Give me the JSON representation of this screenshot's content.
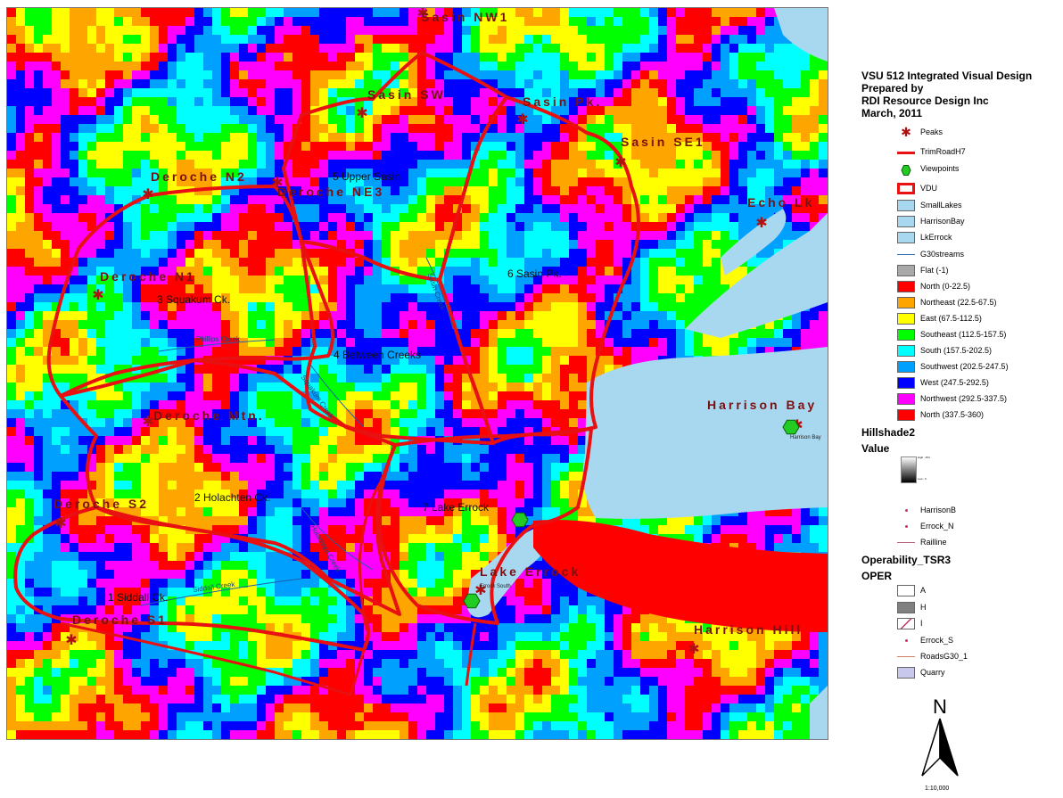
{
  "title": {
    "line1": "VSU 512 Integrated Visual Design",
    "line2": "Prepared by",
    "line3": "RDI Resource Design Inc",
    "line4": "March, 2011"
  },
  "peaks": [
    {
      "name": "Sasin NW1"
    },
    {
      "name": "Sasin SW"
    },
    {
      "name": "Sasin Pk."
    },
    {
      "name": "Sasin SE1"
    },
    {
      "name": "Deroche N2"
    },
    {
      "name": "Deroche NE3"
    },
    {
      "name": "Echo Lk"
    },
    {
      "name": "Deroche N1"
    },
    {
      "name": "Deroche Mtn."
    },
    {
      "name": "Harrison Bay"
    },
    {
      "name": "Deroche S2"
    },
    {
      "name": "Lake Errock"
    },
    {
      "name": "Deroche S1"
    },
    {
      "name": "Harrison Hill"
    }
  ],
  "vdu_units": [
    "5 Upper Sasin",
    "6 Sasin Pk.",
    "3 Squakum Ck.",
    "4 Between Creeks",
    "2 Holachten Ck.",
    "7 Lake Errock",
    "1 Siddall Ck."
  ],
  "streams": [
    "Phillips Creek",
    "Siddall Creek",
    "Holachten Creek",
    "Squakum Creek",
    "Sasin Creek"
  ],
  "small_labels": {
    "harrison_bay_vp": "Harrison Bay",
    "errock_south": "Errock South"
  },
  "legend": {
    "items": [
      {
        "label": "Peaks",
        "kind": "peak"
      },
      {
        "label": "TrimRoadH7",
        "kind": "line",
        "color": "#e81010",
        "width": 3
      },
      {
        "label": "Viewpoints",
        "kind": "hex"
      },
      {
        "label": "VDU",
        "kind": "vdu"
      },
      {
        "label": "SmallLakes",
        "kind": "fill",
        "color": "#a8d8f0"
      },
      {
        "label": "HarrisonBay",
        "kind": "fill",
        "color": "#a8d8f0"
      },
      {
        "label": "LkErrock",
        "kind": "fill",
        "color": "#a8d8f0"
      },
      {
        "label": "G30streams",
        "kind": "line",
        "color": "#2a6fb0",
        "width": 1
      },
      {
        "label": "Flat (-1)",
        "kind": "fill",
        "color": "#a9a9a9"
      },
      {
        "label": "North (0-22.5)",
        "kind": "fill",
        "color": "#ff0000"
      },
      {
        "label": "Northeast (22.5-67.5)",
        "kind": "fill",
        "color": "#ffa500"
      },
      {
        "label": "East (67.5-112.5)",
        "kind": "fill",
        "color": "#ffff00"
      },
      {
        "label": "Southeast (112.5-157.5)",
        "kind": "fill",
        "color": "#00ff00"
      },
      {
        "label": "South (157.5-202.5)",
        "kind": "fill",
        "color": "#00ffff"
      },
      {
        "label": "Southwest (202.5-247.5)",
        "kind": "fill",
        "color": "#00a0ff"
      },
      {
        "label": "West (247.5-292.5)",
        "kind": "fill",
        "color": "#0000ff"
      },
      {
        "label": "Northwest (292.5-337.5)",
        "kind": "fill",
        "color": "#ff00ff"
      },
      {
        "label": "North (337.5-360)",
        "kind": "fill",
        "color": "#ff0000"
      }
    ],
    "hillshade_title": "Hillshade2",
    "value_title": "Value",
    "hillshade_high": "High : 254",
    "hillshade_low": "Low : 0",
    "items2": [
      {
        "label": "HarrisonB",
        "kind": "dot",
        "color": "#cc3366"
      },
      {
        "label": "Errock_N",
        "kind": "dot",
        "color": "#cc3366"
      },
      {
        "label": "Railline",
        "kind": "line",
        "color": "#b06080",
        "width": 1
      }
    ],
    "operability_title": "Operability_TSR3",
    "oper_title": "OPER",
    "items3": [
      {
        "label": "A",
        "kind": "fill",
        "color": "#ffffff"
      },
      {
        "label": "H",
        "kind": "fill",
        "color": "#808080"
      },
      {
        "label": "I",
        "kind": "hatch",
        "color": "#ffffff"
      },
      {
        "label": "Errock_S",
        "kind": "dot",
        "color": "#cc3366"
      },
      {
        "label": "RoadsG30_1",
        "kind": "line",
        "color": "#d08060",
        "width": 1
      },
      {
        "label": "Quarry",
        "kind": "fill",
        "color": "#c8c8ec"
      }
    ]
  },
  "north_label": "N",
  "scale": "1:10,000"
}
